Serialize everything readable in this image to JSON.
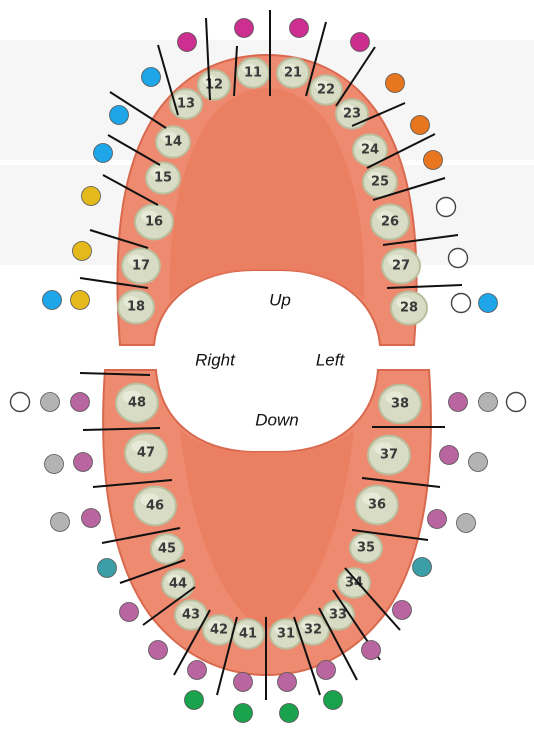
{
  "labels": {
    "up": "Up",
    "down": "Down",
    "right": "Right",
    "left": "Left"
  },
  "colors": {
    "magenta": "#cc2f8f",
    "blue": "#1ea6e8",
    "orange": "#e8761e",
    "yellow": "#e4b91c",
    "white": "#ffffff",
    "purple": "#b9659f",
    "gray": "#b3b3b3",
    "teal": "#3c9ea6",
    "green": "#1aa24d",
    "gum": "#ee8a6f",
    "gum_dark": "#d9694e",
    "palate": "#e97b5c",
    "tooth": "#d8dcc4",
    "tooth_edge": "#b9be9e"
  },
  "upper": [
    {
      "number": "11",
      "markers": [
        "magenta"
      ]
    },
    {
      "number": "12",
      "markers": [
        "magenta"
      ]
    },
    {
      "number": "13",
      "markers": [
        "blue"
      ]
    },
    {
      "number": "14",
      "markers": [
        "blue"
      ]
    },
    {
      "number": "15",
      "markers": [
        "blue"
      ]
    },
    {
      "number": "16",
      "markers": [
        "yellow"
      ]
    },
    {
      "number": "17",
      "markers": [
        "yellow"
      ]
    },
    {
      "number": "18",
      "markers": [
        "yellow",
        "blue"
      ]
    },
    {
      "number": "21",
      "markers": [
        "magenta"
      ]
    },
    {
      "number": "22",
      "markers": [
        "magenta"
      ]
    },
    {
      "number": "23",
      "markers": [
        "orange"
      ]
    },
    {
      "number": "24",
      "markers": [
        "orange"
      ]
    },
    {
      "number": "25",
      "markers": [
        "orange"
      ]
    },
    {
      "number": "26",
      "markers": [
        "white"
      ]
    },
    {
      "number": "27",
      "markers": [
        "white"
      ]
    },
    {
      "number": "28",
      "markers": [
        "white",
        "blue"
      ]
    }
  ],
  "lower": [
    {
      "number": "48",
      "markers": [
        "purple",
        "gray",
        "white"
      ]
    },
    {
      "number": "47",
      "markers": [
        "purple",
        "gray"
      ]
    },
    {
      "number": "46",
      "markers": [
        "purple",
        "gray"
      ]
    },
    {
      "number": "45",
      "markers": [
        "teal"
      ]
    },
    {
      "number": "44",
      "markers": [
        "purple"
      ]
    },
    {
      "number": "43",
      "markers": [
        "purple"
      ]
    },
    {
      "number": "42",
      "markers": [
        "purple",
        "green"
      ]
    },
    {
      "number": "41",
      "markers": [
        "purple",
        "green"
      ]
    },
    {
      "number": "31",
      "markers": [
        "purple",
        "green"
      ]
    },
    {
      "number": "32",
      "markers": [
        "purple",
        "green"
      ]
    },
    {
      "number": "33",
      "markers": [
        "purple"
      ]
    },
    {
      "number": "34",
      "markers": [
        "purple"
      ]
    },
    {
      "number": "35",
      "markers": [
        "teal"
      ]
    },
    {
      "number": "36",
      "markers": [
        "purple",
        "gray"
      ]
    },
    {
      "number": "37",
      "markers": [
        "purple",
        "gray"
      ]
    },
    {
      "number": "38",
      "markers": [
        "purple",
        "gray",
        "white"
      ]
    }
  ]
}
